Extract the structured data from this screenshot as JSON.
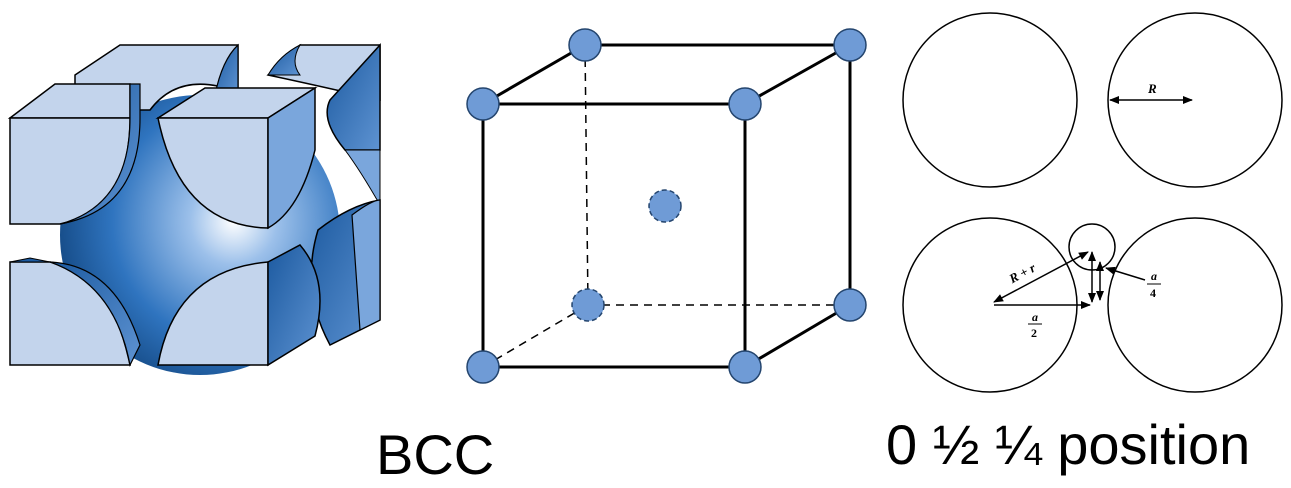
{
  "colors": {
    "atom_fill": "#6f9bd6",
    "atom_stroke": "#24456e",
    "face_fill": "#c3d4ec",
    "sphere_dark": "#1f5fa6",
    "sphere_light": "#ffffff",
    "line": "#000000"
  },
  "captions": {
    "structure": "BCC",
    "position": "0 ½ ¼ position"
  },
  "labels": {
    "radius": "R",
    "sum_radii": "R + r",
    "half_a_num": "a",
    "half_a_den": "2",
    "quarter_a_num": "a",
    "quarter_a_den": "4"
  }
}
